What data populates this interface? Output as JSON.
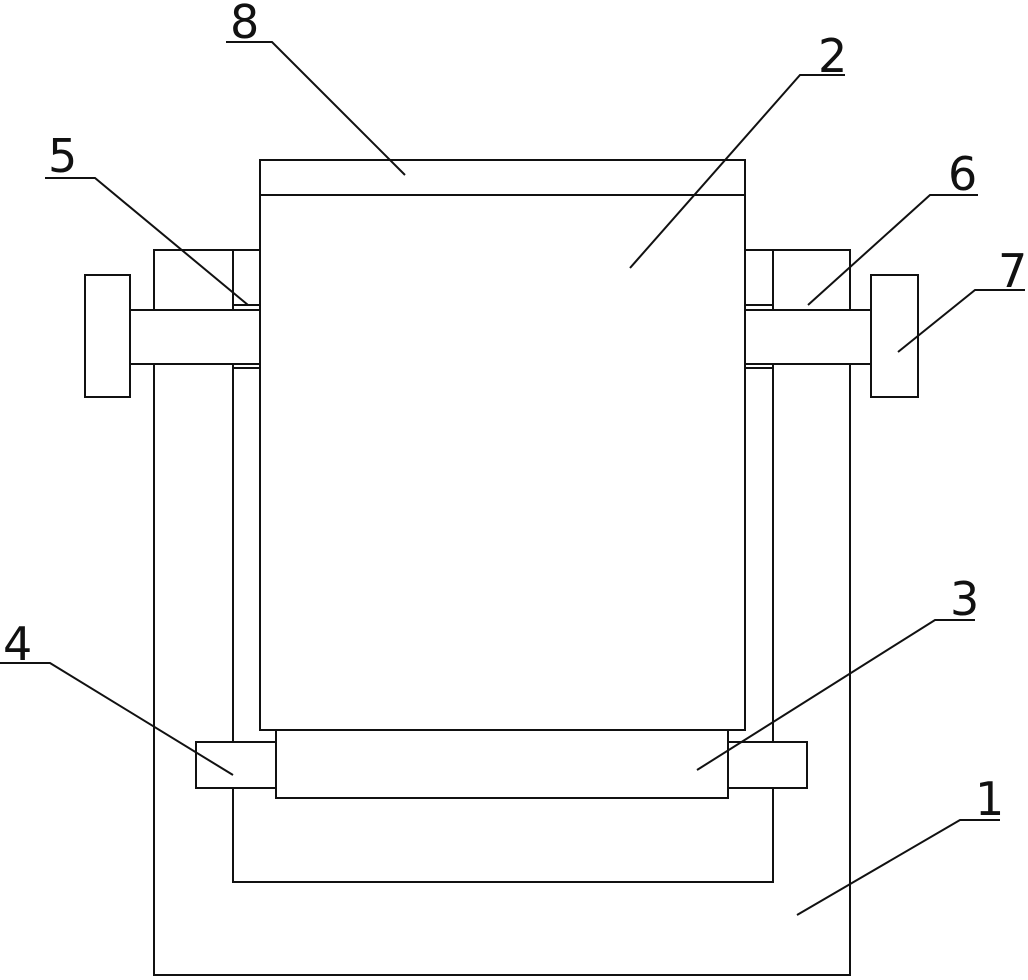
{
  "labels": {
    "base": "1",
    "body": "2",
    "roller": "3",
    "roller_support": "4",
    "left_shaft": "5",
    "right_shaft": "6",
    "knob": "7",
    "top_cover": "8"
  },
  "colors": {
    "stroke": "#111111",
    "background": "#ffffff"
  }
}
